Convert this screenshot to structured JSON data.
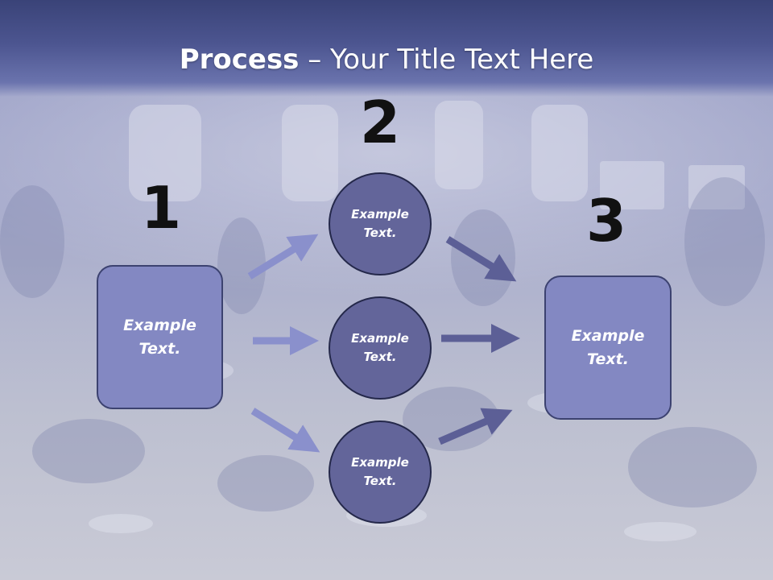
{
  "title": {
    "bold": "Process",
    "rest": " – Your Title Text Here"
  },
  "steps": {
    "one": "1",
    "two": "2",
    "three": "3"
  },
  "nodes": {
    "left_box": "Example\nText.",
    "circle_top": "Example\nText.",
    "circle_middle": "Example\nText.",
    "circle_bottom": "Example\nText.",
    "right_box": "Example\nText."
  },
  "colors": {
    "title_bar": "#4c5590",
    "box_fill": "#8388c2",
    "circle_fill": "#63659a",
    "arrow_light": "#8a90cc",
    "arrow_dark": "#5c5f96",
    "background": "#c4c6d4"
  }
}
